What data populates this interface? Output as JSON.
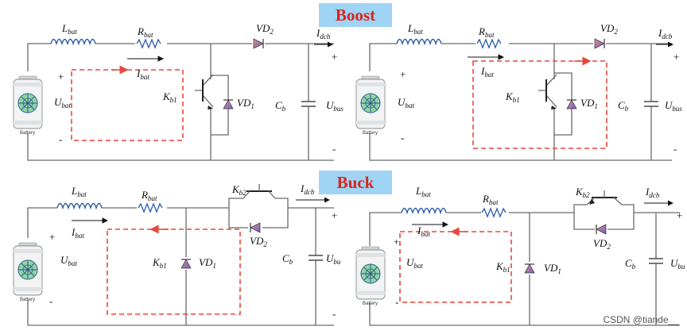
{
  "banners": {
    "boost": "Boost",
    "buck": "Buck"
  },
  "labels": {
    "L": "L",
    "bat": "bat",
    "R": "R",
    "I": "I",
    "U": "U",
    "K": "K",
    "VD": "VD",
    "C": "C",
    "b": "b",
    "dcb": "dcb",
    "bus": "bus",
    "bu": "bu",
    "b1": "b1",
    "b2": "b2",
    "n1": "1",
    "n2": "2"
  },
  "signs": {
    "plus": "+",
    "minus": "-"
  },
  "battery_text": "Battery",
  "watermark": "CSDN @tiande__",
  "colors": {
    "banner_bg": "#9fd4f5",
    "banner_text": "#d8261b",
    "loop": "#e8473c",
    "wire": "#6a6a6a",
    "diode_fill": "#7b6fc4"
  }
}
